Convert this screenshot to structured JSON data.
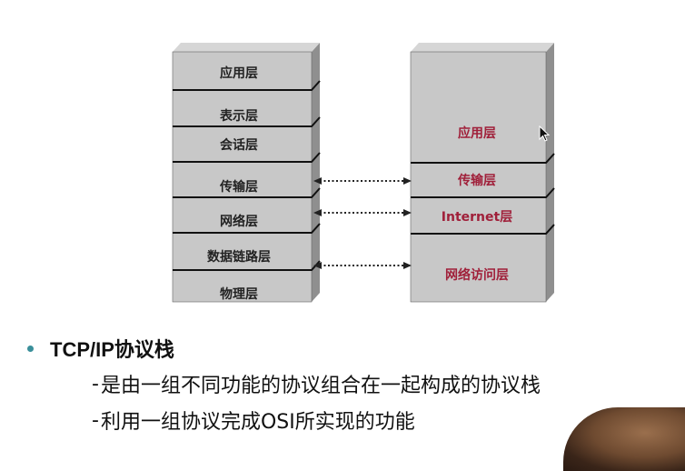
{
  "osi_stack": {
    "layers": [
      "应用层",
      "表示层",
      "会话层",
      "传输层",
      "网络层",
      "数据链路层",
      "物理层"
    ]
  },
  "tcpip_stack": {
    "layers": [
      "应用层",
      "传输层",
      "Internet层",
      "网络访问层"
    ]
  },
  "bullet": {
    "title": "TCP/IP协议栈",
    "sub_items": [
      {
        "dash": "-",
        "text": "是由一组不同功能的协议组合在一起构成的协议栈"
      },
      {
        "dash": "-",
        "text": "利用一组协议完成OSI所实现的功能"
      }
    ]
  },
  "colors": {
    "box_fill": "#c8c8c8",
    "box_side": "#9a9a9a",
    "divider": "#111111",
    "tcp_text": "#a0203a",
    "osi_text": "#222222",
    "bullet_dot": "#3a8f9a"
  }
}
